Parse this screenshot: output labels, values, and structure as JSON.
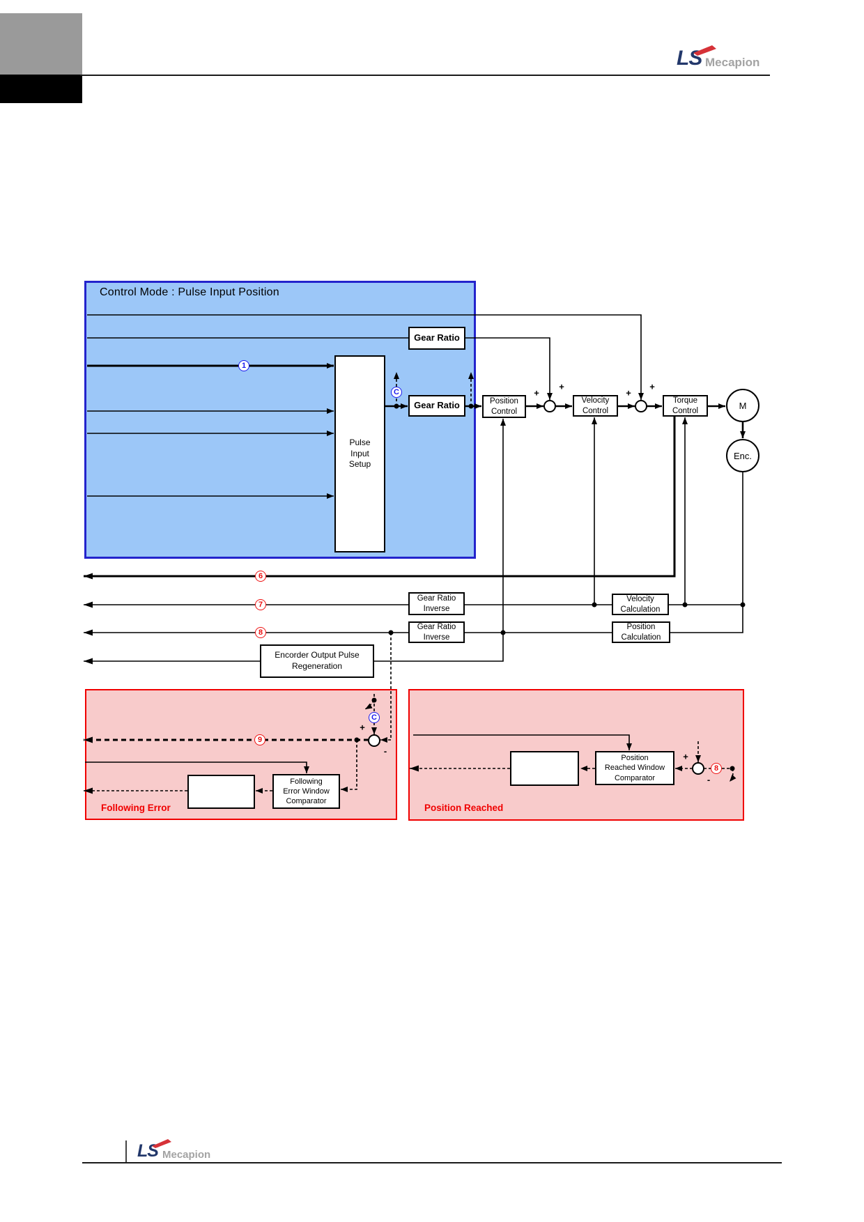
{
  "header": {
    "logo": {
      "mark": "LS",
      "brand": "Mecapion"
    }
  },
  "footer": {
    "logo": {
      "mark": "LS",
      "brand": "Mecapion"
    }
  },
  "colors": {
    "panel_blue_fill": "#9CC7F8",
    "panel_blue_border": "#2323CC",
    "panel_pink_fill": "#F8CBCB",
    "panel_pink_border": "#F00000",
    "marker_red": "#EE1111",
    "marker_blue": "#1A1AEE",
    "logo_navy": "#23386B",
    "logo_red": "#D63238",
    "logo_gray": "#A3A3A3"
  },
  "panels": {
    "control_mode": {
      "title": "Control Mode : Pulse Input Position"
    },
    "following_error": {
      "caption": "Following Error"
    },
    "position_reached": {
      "caption": "Position Reached"
    }
  },
  "blocks": {
    "gear_ratio_a": "Gear Ratio",
    "gear_ratio_b": "Gear Ratio",
    "pulse_input_setup": "Pulse\nInput\nSetup",
    "position_control": "Position\nControl",
    "velocity_control": "Velocity\nControl",
    "torque_control": "Torque\nControl",
    "motor": "M",
    "encoder": "Enc.",
    "gear_ratio_inverse_a": "Gear Ratio\nInverse",
    "gear_ratio_inverse_b": "Gear Ratio\nInverse",
    "velocity_calculation": "Velocity\nCalculation",
    "position_calculation": "Position\nCalculation",
    "encoder_output_pulse_regeneration": "Encorder Output Pulse\nRegeneration",
    "following_error_window_comparator": "Following\nError Window\nComparator",
    "position_reached_window_comparator": "Position\nReached Window\nComparator"
  },
  "markers": {
    "pulse_command": "1",
    "c_monitor_top": "C",
    "current_feedback": "6",
    "velocity_feedback": "7",
    "position_feedback": "8",
    "following_error_out": "9",
    "c_monitor_following": "C",
    "position_reached_ref": "8"
  },
  "signs": {
    "plus": "+",
    "minus": "-"
  }
}
